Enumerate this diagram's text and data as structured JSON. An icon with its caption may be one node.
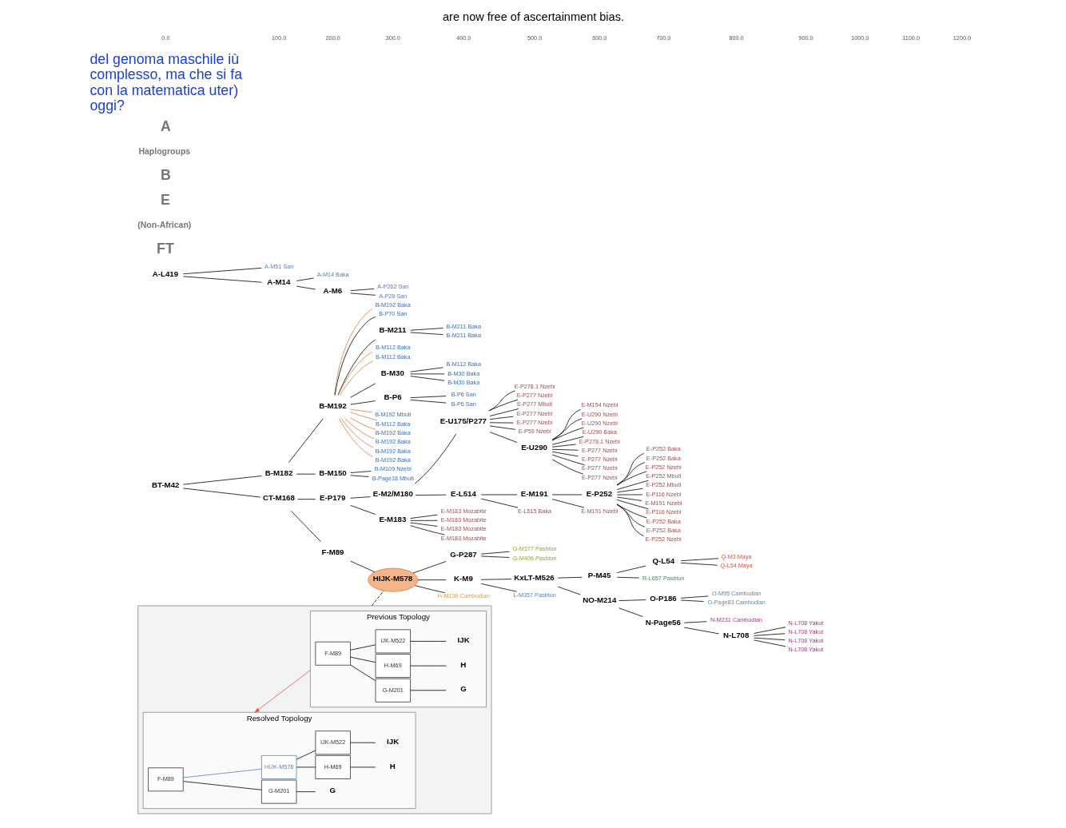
{
  "diagram": {
    "title": "are now free of ascertainment bias.",
    "nodes": [
      {
        "text": [],
        "shape": "box"
      },
      {
        "text": [
          "Previous Topology"
        ],
        "in": 0
      },
      {
        "text": [
          "F-M89"
        ],
        "in": 1
      },
      {
        "text": [
          "G-M201"
        ],
        "in": 1
      },
      {
        "text": [
          "H-M69"
        ],
        "in": 1
      },
      {
        "text": [
          "IJK-M522"
        ],
        "in": 1
      },
      {
        "text": [
          "G"
        ],
        "in": 1
      },
      {
        "text": [
          "H"
        ],
        "in": 1
      },
      {
        "text": [
          "IJK"
        ],
        "in": 1
      },
      {
        "text": [
          "Resolved Topology"
        ],
        "in": 0
      },
      {
        "text": [
          "F-M89"
        ],
        "in": 9
      },
      {
        "text": [
          "G-M201"
        ],
        "in": 9
      },
      {
        "text": [
          "HIJK-M578"
        ],
        "in": 9
      },
      {
        "text": [
          "H-M69"
        ],
        "in": 9
      },
      {
        "text": [
          "IJK-M522"
        ],
        "in": 9
      },
      {
        "text": [
          "G"
        ],
        "in": 9
      },
      {
        "text": [
          "H"
        ],
        "in": 9
      },
      {
        "text": [
          "IJK"
        ],
        "in": 9
      },
      {
        "text": [
          "P-M45"
        ]
      },
      {
        "text": [
          "Q-L54"
        ]
      },
      {
        "text": [
          "R-L657 Pashtun"
        ]
      },
      {
        "text": [
          "Q-M3 Maya"
        ]
      },
      {
        "text": [
          "Q-L54 Maya"
        ]
      },
      {
        "text": [
          "KxLT-M526"
        ]
      },
      {
        "text": [
          "O-P186"
        ]
      },
      {
        "text": [
          "O-M95 Cambodian"
        ]
      },
      {
        "text": [
          "O-Page83 Cambodian"
        ]
      },
      {
        "text": [
          "NO-M214"
        ]
      },
      {
        "text": [
          "N-Page56"
        ]
      },
      {
        "text": [
          "N-M231 Cambodian"
        ]
      },
      {
        "text": [
          "N-L708"
        ]
      },
      {
        "text": [
          "N-L708 Yakut"
        ]
      },
      {
        "text": [
          "N-L708 Yakut"
        ]
      },
      {
        "text": [
          "N-L708 Yakut"
        ]
      },
      {
        "text": [
          "N-L708 Yakut"
        ]
      },
      {
        "text": [
          "K-M9"
        ]
      },
      {
        "text": [
          "HIJK-M578"
        ]
      },
      {
        "text": [
          "L-M357 Pashtun"
        ]
      },
      {
        "text": [
          "F-M89"
        ]
      },
      {
        "text": [
          "H-M136 Cambodian"
        ]
      },
      {
        "text": [
          "G-P287"
        ]
      },
      {
        "text": [
          "G-M377 Pashtun"
        ]
      },
      {
        "text": [
          "G-M406 Pashtun"
        ]
      },
      {
        "text": [
          "E-P278.1 Nzebi"
        ]
      },
      {
        "text": [
          "E-P277 Nzebi"
        ]
      },
      {
        "text": [
          "E-P277 Nzebi"
        ]
      },
      {
        "text": [
          "E-P277 Nzebi"
        ]
      },
      {
        "text": [
          "E-P277 Nzebi"
        ]
      },
      {
        "text": [
          "E-M154 Nzebi"
        ]
      },
      {
        "text": [
          "E-U290"
        ]
      },
      {
        "text": [
          "E-U290 Nzebi"
        ]
      },
      {
        "text": [
          "E-U290 Nzebi"
        ]
      },
      {
        "text": [
          "E-U290 Baka"
        ]
      },
      {
        "text": [
          "E-U175/P277"
        ]
      },
      {
        "text": [
          "E-P278.1 Nzebi"
        ]
      },
      {
        "text": [
          "E-P277 Nzebi"
        ]
      },
      {
        "text": [
          "E-P277 Mbuti"
        ]
      },
      {
        "text": [
          "E-P277 Nzebi"
        ]
      },
      {
        "text": [
          "E-P277 Nzebi"
        ]
      },
      {
        "text": [
          "E-P59 Nzebi"
        ]
      },
      {
        "text": [
          "CT-M168"
        ]
      },
      {
        "text": [
          "E-M2/M180"
        ]
      },
      {
        "text": [
          "E-L515 Baka"
        ]
      },
      {
        "text": [
          "E-L514"
        ]
      },
      {
        "text": [
          "E-M191 Nzebi"
        ]
      },
      {
        "text": [
          "E-M191"
        ]
      },
      {
        "text": [
          "E-P252 Mbuti"
        ]
      },
      {
        "text": [
          "E-P252"
        ]
      },
      {
        "text": [
          "E-P116 Nzebi"
        ]
      },
      {
        "text": [
          "E-M191 Nzebi"
        ]
      },
      {
        "text": [
          "E-P116 Nzebi"
        ]
      },
      {
        "text": [
          "E-P252 Baka"
        ]
      },
      {
        "text": [
          "E-P252 Baka"
        ]
      },
      {
        "text": [
          "E-P252 Nzebi"
        ]
      },
      {
        "text": [
          "E-P252 Baka"
        ]
      },
      {
        "text": [
          "E-P252 Baka"
        ]
      },
      {
        "text": [
          "E-P252 Nzebi"
        ]
      },
      {
        "text": [
          "E-P252 Mbuti"
        ]
      },
      {
        "text": [
          "E-P179"
        ]
      },
      {
        "text": [
          "BT-M42"
        ]
      },
      {
        "text": [
          "E-M183"
        ]
      },
      {
        "text": [
          "E-M183 Mozabite"
        ]
      },
      {
        "text": [
          "E-M183 Mozabite"
        ]
      },
      {
        "text": [
          "E-M183 Mozabite"
        ]
      },
      {
        "text": [
          "E-M183 Mozabite"
        ]
      },
      {
        "text": [
          "B-M150"
        ]
      },
      {
        "text": [
          "B-M109 Nzebi"
        ]
      },
      {
        "text": [
          "B-Page18 Mbuti"
        ]
      },
      {
        "text": [
          "B-P6"
        ]
      },
      {
        "text": [
          "B-P6 San"
        ]
      },
      {
        "text": [
          "B-P6 San"
        ]
      },
      {
        "text": [
          "B-M182"
        ]
      },
      {
        "text": [
          "B-M192 Mbuti"
        ]
      },
      {
        "text": [
          "B-M192"
        ]
      },
      {
        "text": [
          "B-M112 Baka"
        ]
      },
      {
        "text": [
          "B-M192 Baka"
        ]
      },
      {
        "text": [
          "B-M192 Baka"
        ]
      },
      {
        "text": [
          "B-M192 Baka"
        ]
      },
      {
        "text": [
          "B-M192 Baka"
        ]
      },
      {
        "text": [
          "B-M192 Baka"
        ]
      },
      {
        "text": [
          "B-P70 San"
        ]
      },
      {
        "text": [
          "B-M211"
        ]
      },
      {
        "text": [
          "B-M211 Baka"
        ]
      },
      {
        "text": [
          "B-M211 Baka"
        ]
      },
      {
        "text": [
          "B-M112 Baka"
        ]
      },
      {
        "text": [
          "B-M112 Baka"
        ]
      },
      {
        "text": [
          "B-M30"
        ]
      },
      {
        "text": [
          "B-M30 Baka"
        ]
      },
      {
        "text": [
          "B-M112 Baka"
        ]
      },
      {
        "text": [
          "B-M30 Baka"
        ]
      },
      {
        "text": [
          "A-L419"
        ]
      },
      {
        "text": [
          "A-M51 San"
        ]
      },
      {
        "text": [
          "A-M14 Baka"
        ]
      },
      {
        "text": [
          "A-M14"
        ]
      },
      {
        "text": [
          "A-M6"
        ]
      },
      {
        "text": [
          "A-P262 San"
        ]
      },
      {
        "text": [
          "A-P28 San"
        ]
      }
    ],
    "edges": [
      {
        "from": 2,
        "to": 3,
        "arrow": "none"
      },
      {
        "from": 2,
        "to": 4,
        "arrow": "none"
      },
      {
        "from": 2,
        "to": 5,
        "arrow": "none"
      },
      {
        "from": 3,
        "to": 6,
        "arrow": "none"
      },
      {
        "from": 4,
        "to": 7,
        "arrow": "none"
      },
      {
        "from": 5,
        "to": 8,
        "arrow": "none"
      },
      {
        "from": 1,
        "to": 9,
        "arrow": "to",
        "color": "#d9534f"
      },
      {
        "from": 10,
        "to": 11,
        "arrow": "none"
      },
      {
        "from": 10,
        "to": 12,
        "arrow": "none",
        "color": "#5b7fb5"
      },
      {
        "from": 12,
        "to": 13,
        "arrow": "none"
      },
      {
        "from": 12,
        "to": 14,
        "arrow": "none"
      },
      {
        "from": 11,
        "to": 15,
        "arrow": "none"
      },
      {
        "from": 13,
        "to": 16,
        "arrow": "none"
      },
      {
        "from": 14,
        "to": 17,
        "arrow": "none"
      },
      {
        "from": 0,
        "to": 36,
        "arrow": "none",
        "style": "dashed"
      },
      {
        "from": 79,
        "to": 60,
        "arrow": "none"
      },
      {
        "from": 79,
        "to": 91,
        "arrow": "none"
      },
      {
        "from": 60,
        "to": 38,
        "arrow": "none"
      },
      {
        "from": 60,
        "to": 78,
        "arrow": "none"
      },
      {
        "from": 38,
        "to": 36,
        "arrow": "none"
      },
      {
        "from": 36,
        "to": 35,
        "arrow": "none"
      },
      {
        "from": 36,
        "to": 39,
        "arrow": "none"
      },
      {
        "from": 36,
        "to": 40,
        "arrow": "none"
      },
      {
        "from": 35,
        "to": 23,
        "arrow": "none"
      },
      {
        "from": 35,
        "to": 37,
        "arrow": "none"
      },
      {
        "from": 23,
        "to": 18,
        "arrow": "none"
      },
      {
        "from": 23,
        "to": 27,
        "arrow": "none"
      },
      {
        "from": 18,
        "to": 20,
        "arrow": "none"
      },
      {
        "from": 18,
        "to": 19,
        "arrow": "none"
      },
      {
        "from": 19,
        "to": 21,
        "arrow": "none"
      },
      {
        "from": 19,
        "to": 22,
        "arrow": "none"
      },
      {
        "from": 27,
        "to": 24,
        "arrow": "none"
      },
      {
        "from": 27,
        "to": 28,
        "arrow": "none"
      },
      {
        "from": 24,
        "to": 25,
        "arrow": "none"
      },
      {
        "from": 24,
        "to": 26,
        "arrow": "none"
      },
      {
        "from": 28,
        "to": 29,
        "arrow": "none"
      },
      {
        "from": 28,
        "to": 30,
        "arrow": "none"
      },
      {
        "from": 30,
        "to": 31,
        "arrow": "none"
      },
      {
        "from": 30,
        "to": 32,
        "arrow": "none"
      },
      {
        "from": 30,
        "to": 33,
        "arrow": "none"
      },
      {
        "from": 30,
        "to": 34,
        "arrow": "none"
      },
      {
        "from": 40,
        "to": 41,
        "arrow": "none"
      },
      {
        "from": 40,
        "to": 42,
        "arrow": "none"
      },
      {
        "from": 78,
        "to": 61,
        "arrow": "none"
      },
      {
        "from": 78,
        "to": 80,
        "arrow": "none"
      },
      {
        "from": 61,
        "to": 53,
        "arrow": "none"
      },
      {
        "from": 61,
        "to": 63,
        "arrow": "none"
      },
      {
        "from": 53,
        "to": 49,
        "arrow": "none"
      },
      {
        "from": 53,
        "to": 54,
        "arrow": "none"
      },
      {
        "from": 53,
        "to": 55,
        "arrow": "none"
      },
      {
        "from": 53,
        "to": 56,
        "arrow": "none"
      },
      {
        "from": 53,
        "to": 57,
        "arrow": "none"
      },
      {
        "from": 53,
        "to": 58,
        "arrow": "none"
      },
      {
        "from": 53,
        "to": 59,
        "arrow": "none"
      },
      {
        "from": 49,
        "to": 43,
        "arrow": "none"
      },
      {
        "from": 49,
        "to": 44,
        "arrow": "none"
      },
      {
        "from": 49,
        "to": 45,
        "arrow": "none"
      },
      {
        "from": 49,
        "to": 46,
        "arrow": "none"
      },
      {
        "from": 49,
        "to": 47,
        "arrow": "none"
      },
      {
        "from": 49,
        "to": 48,
        "arrow": "none"
      },
      {
        "from": 49,
        "to": 50,
        "arrow": "none"
      },
      {
        "from": 49,
        "to": 51,
        "arrow": "none"
      },
      {
        "from": 49,
        "to": 52,
        "arrow": "none"
      },
      {
        "from": 63,
        "to": 62,
        "arrow": "none"
      },
      {
        "from": 63,
        "to": 65,
        "arrow": "none"
      },
      {
        "from": 65,
        "to": 64,
        "arrow": "none"
      },
      {
        "from": 65,
        "to": 67,
        "arrow": "none"
      },
      {
        "from": 67,
        "to": 66,
        "arrow": "none"
      },
      {
        "from": 67,
        "to": 68,
        "arrow": "none"
      },
      {
        "from": 67,
        "to": 69,
        "arrow": "none"
      },
      {
        "from": 67,
        "to": 70,
        "arrow": "none"
      },
      {
        "from": 67,
        "to": 71,
        "arrow": "none"
      },
      {
        "from": 67,
        "to": 72,
        "arrow": "none"
      },
      {
        "from": 67,
        "to": 73,
        "arrow": "none"
      },
      {
        "from": 67,
        "to": 74,
        "arrow": "none"
      },
      {
        "from": 67,
        "to": 75,
        "arrow": "none"
      },
      {
        "from": 67,
        "to": 76,
        "arrow": "none"
      },
      {
        "from": 67,
        "to": 77,
        "arrow": "none"
      },
      {
        "from": 80,
        "to": 81,
        "arrow": "none"
      },
      {
        "from": 80,
        "to": 82,
        "arrow": "none"
      },
      {
        "from": 80,
        "to": 83,
        "arrow": "none"
      },
      {
        "from": 80,
        "to": 84,
        "arrow": "none"
      },
      {
        "from": 91,
        "to": 85,
        "arrow": "none"
      },
      {
        "from": 91,
        "to": 93,
        "arrow": "none"
      },
      {
        "from": 85,
        "to": 86,
        "arrow": "none"
      },
      {
        "from": 85,
        "to": 87,
        "arrow": "none"
      },
      {
        "from": 93,
        "to": 88,
        "arrow": "none"
      },
      {
        "from": 93,
        "to": 92,
        "arrow": "none",
        "color": "#e07b3c"
      },
      {
        "from": 93,
        "to": 94,
        "arrow": "none",
        "color": "#e07b3c"
      },
      {
        "from": 93,
        "to": 95,
        "arrow": "none",
        "color": "#e07b3c"
      },
      {
        "from": 93,
        "to": 96,
        "arrow": "none",
        "color": "#e07b3c"
      },
      {
        "from": 93,
        "to": 97,
        "arrow": "none",
        "color": "#e07b3c"
      },
      {
        "from": 93,
        "to": 98,
        "arrow": "none",
        "color": "#e07b3c"
      },
      {
        "from": 93,
        "to": 99,
        "arrow": "none",
        "color": "#e07b3c"
      },
      {
        "from": 93,
        "to": 100,
        "arrow": "none"
      },
      {
        "from": 93,
        "to": 101,
        "arrow": "none"
      },
      {
        "from": 93,
        "to": 104,
        "arrow": "none",
        "color": "#e07b3c"
      },
      {
        "from": 93,
        "to": 105,
        "arrow": "none",
        "color": "#e07b3c"
      },
      {
        "from": 93,
        "to": 106,
        "arrow": "none"
      },
      {
        "from": 88,
        "to": 89,
        "arrow": "none"
      },
      {
        "from": 88,
        "to": 90,
        "arrow": "none"
      },
      {
        "from": 101,
        "to": 102,
        "arrow": "none"
      },
      {
        "from": 101,
        "to": 103,
        "arrow": "none"
      },
      {
        "from": 106,
        "to": 107,
        "arrow": "none"
      },
      {
        "from": 106,
        "to": 108,
        "arrow": "none"
      },
      {
        "from": 106,
        "to": 109,
        "arrow": "none"
      },
      {
        "from": 110,
        "to": 111,
        "arrow": "none"
      },
      {
        "from": 110,
        "to": 113,
        "arrow": "none"
      },
      {
        "from": 113,
        "to": 112,
        "arrow": "none"
      },
      {
        "from": 113,
        "to": 114,
        "arrow": "none"
      },
      {
        "from": 114,
        "to": 115,
        "arrow": "none"
      },
      {
        "from": 114,
        "to": 116,
        "arrow": "none"
      }
    ],
    "labels": [
      "FT",
      "(Non-African)",
      "E",
      "B",
      "Haplogroups",
      "A",
      "del genoma maschile iù complesso, ma che si fa con la matematica uter) oggi?",
      "0.0",
      "100.0",
      "200.0",
      "300.0",
      "400.0",
      "500.0",
      "600.0",
      "700.0",
      "800.0",
      "900.0",
      "1000.0",
      "1100.0",
      "1200.0"
    ]
  }
}
